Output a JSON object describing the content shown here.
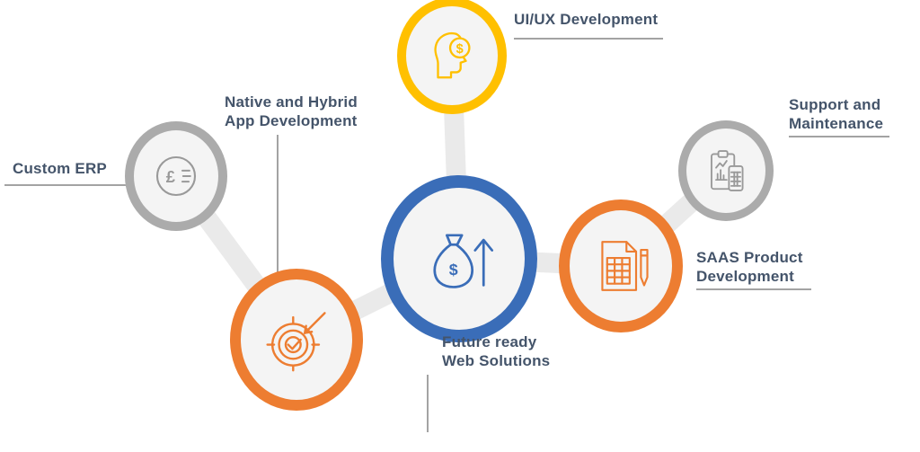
{
  "diagram": {
    "type": "services-infographic",
    "background": "#ffffff",
    "colors": {
      "connector": "#eaeaea",
      "label_text": "#44546a",
      "pointer_line": "#a3a3a3",
      "gray_ring": "#ababab",
      "orange_ring": "#ed7d31",
      "yellow_ring": "#ffc000",
      "blue_ring": "#3a6db8",
      "gray_icon": "#999999",
      "node_inner": "#f4f4f4"
    },
    "labels": {
      "custom_erp": "Custom ERP",
      "native_hybrid_line1": "Native and Hybrid",
      "native_hybrid_line2": "App Development",
      "uiux": "UI/UX Development",
      "web_line1": "Future ready",
      "web_line2": "Web Solutions",
      "saas_line1": "SAAS Product",
      "saas_line2": "Development",
      "support_line1": "Support and",
      "support_line2": "Maintenance"
    },
    "glyphs": {
      "pound": "£",
      "dollar": "$"
    },
    "nodes": [
      {
        "id": "custom-erp",
        "ring": "gray",
        "icon": "pound-coin-icon"
      },
      {
        "id": "native-hybrid-app",
        "ring": "orange",
        "icon": "target-dart-icon"
      },
      {
        "id": "uiux-development",
        "ring": "yellow",
        "icon": "head-dollar-icon"
      },
      {
        "id": "future-ready-web",
        "ring": "blue",
        "icon": "money-bag-growth-icon"
      },
      {
        "id": "saas-product",
        "ring": "orange",
        "icon": "spreadsheet-pen-icon"
      },
      {
        "id": "support-maintenance",
        "ring": "gray",
        "icon": "clipboard-phone-icon"
      }
    ]
  }
}
